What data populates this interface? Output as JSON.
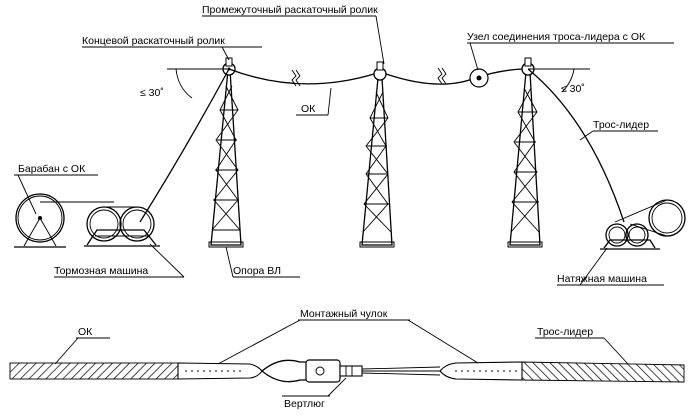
{
  "labels": {
    "intermediate_pulley": "Промежуточный раскаточный ролик",
    "end_pulley": "Концевой раскаточный ролик",
    "joint_node": "Узел соединения троса-лидера с ОК",
    "angle_left": "≤ 30˚",
    "angle_right": "≤ 30˚",
    "ok_cable": "ОК",
    "leader_rope": "Трос-лидер",
    "ok_drum": "Барабан с ОК",
    "brake_machine": "Тормозная машина",
    "support": "Опора ВЛ",
    "tension_machine": "Натяжная машина",
    "stocking": "Монтажный чулок",
    "ok_bottom": "ОК",
    "leader_bottom": "Трос-лидер",
    "swivel": "Вертлюг"
  }
}
